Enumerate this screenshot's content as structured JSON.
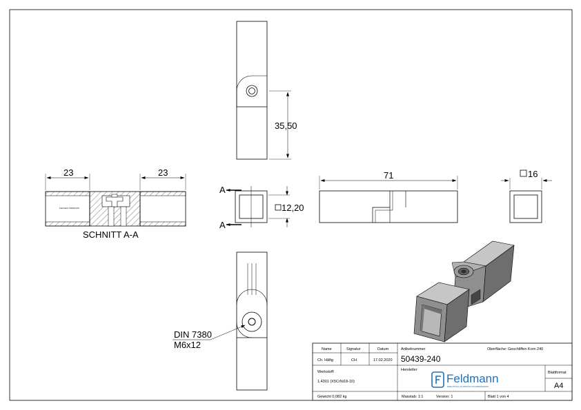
{
  "drawing": {
    "section_label": "SCHNITT A-A",
    "section_marker": "A",
    "dimensions": {
      "top_height": "35,50",
      "left_len": "23",
      "right_len": "23",
      "inner_square": "12,20",
      "total_len": "71",
      "outer_square": "16"
    },
    "callout": {
      "line1": "DIN 7380",
      "line2": "M6x12"
    },
    "engraving": "Feldmann 50439-240"
  },
  "title_block": {
    "headers": {
      "name": "Name",
      "signature": "Signatur",
      "date": "Datum"
    },
    "drawn_by": "Ch. Hãfig",
    "initials": "CH",
    "date": "17.02.2020",
    "article_label": "Artikelnummer",
    "article_number": "50439-240",
    "surface": "Oberfläche: Geschliffen Korn 240",
    "material_label": "Werkstoff:",
    "material": "1.4301 (X5CrNi18-10)",
    "manufacturer_label": "Hersteller",
    "brand": "Feldmann",
    "brand_tagline": "EDELSTAHL  ALUMINIUM  SCHMIEDEEISEN",
    "format_label": "Blattformat",
    "format": "A4",
    "weight": "Gewicht 0,082 kg",
    "scale": "Masstab: 1:1",
    "version": "Version: 1",
    "sheet": "Blatt 1 von 4"
  },
  "colors": {
    "line": "#000000",
    "part_dark": "#5a5a5a",
    "part_mid": "#8a8a8a",
    "part_light": "#bdbdbd",
    "hatch": "#000000",
    "brand": "#1f6fb8"
  }
}
